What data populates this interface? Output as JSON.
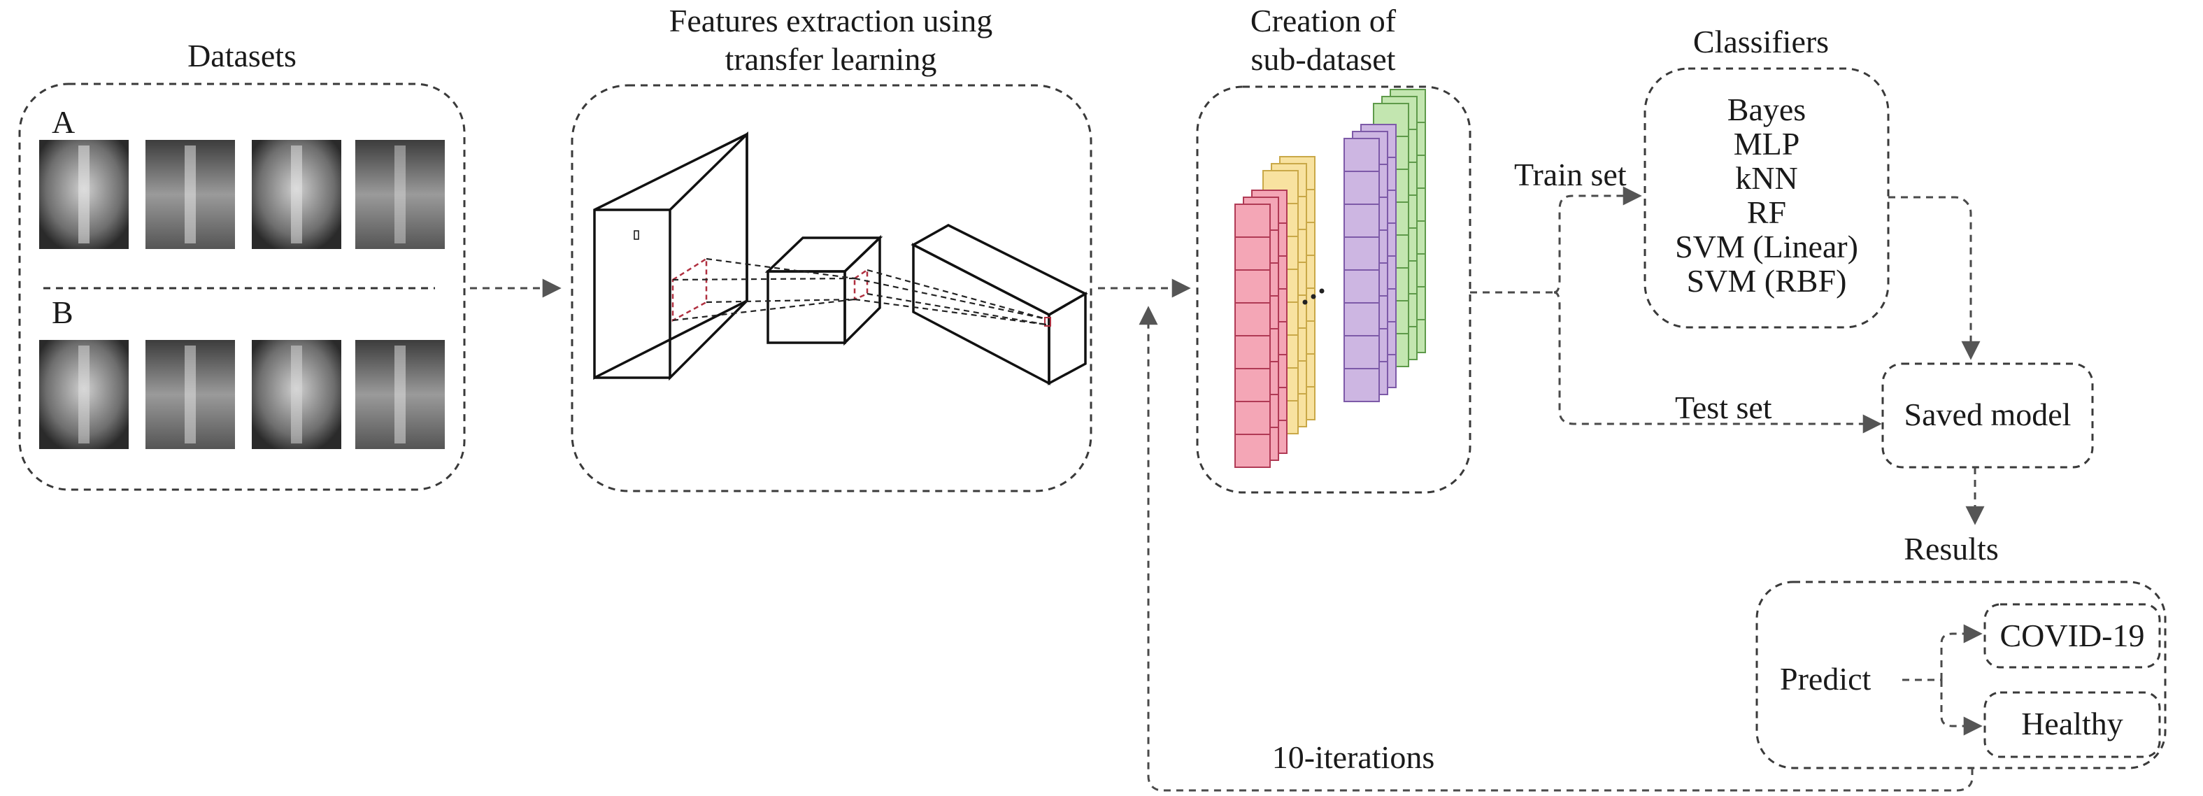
{
  "stages": {
    "datasets_title": "Datasets",
    "group_a": "A",
    "group_b": "B",
    "features_title_line1": "Features extraction using",
    "features_title_line2": "transfer learning",
    "subset_title_line1": "Creation of",
    "subset_title_line2": "sub-dataset",
    "classifiers_title": "Classifiers"
  },
  "classifiers": [
    "Bayes",
    "MLP",
    "kNN",
    "RF",
    "SVM (Linear)",
    "SVM (RBF)"
  ],
  "flow": {
    "train_set": "Train set",
    "test_set": "Test set",
    "saved_model": "Saved model",
    "results_title": "Results",
    "predict": "Predict",
    "outcome_1": "COVID-19",
    "outcome_2": "Healthy",
    "iterations": "10-iterations"
  },
  "colors": {
    "red_stack": "#f4a6b6",
    "yellow_stack": "#f8e2a0",
    "purple_stack": "#cdb6e2",
    "green_stack": "#c3e6b0"
  }
}
